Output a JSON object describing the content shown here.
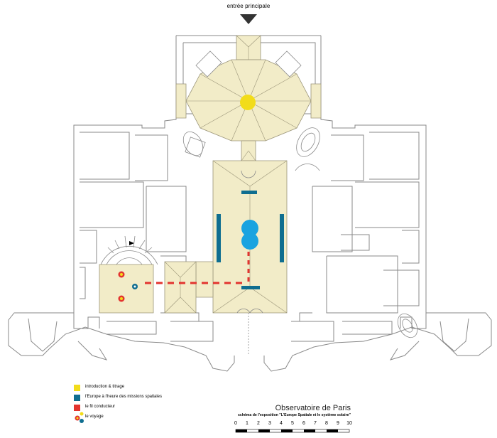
{
  "entrance_label": "entrée principale",
  "legend": [
    {
      "key": "introduction",
      "label": "introduction & titrage",
      "color": "#f2dc1a"
    },
    {
      "key": "europe",
      "label": "l'Europe à l'heure des missions spatiales",
      "color": "#0f6e90"
    },
    {
      "key": "fil",
      "label": "le fil conducteur",
      "color": "#e3342f"
    },
    {
      "key": "voyage",
      "label": "le voyage",
      "color": "#e8a020"
    }
  ],
  "title": "Observatoire de Paris",
  "subtitle": "schéma de l'exposition \"L'Europe  Spatiale et le système solaire\"",
  "scale_labels": [
    "0",
    "1",
    "2",
    "3",
    "4",
    "5",
    "6",
    "7",
    "8",
    "9",
    "10"
  ],
  "colors": {
    "room_fill": "#f2ecc8",
    "wall": "#8a8a8a",
    "yellow": "#f2dc1a",
    "blue": "#0f6e90",
    "cyan": "#1aa3e0",
    "red": "#e3342f"
  }
}
